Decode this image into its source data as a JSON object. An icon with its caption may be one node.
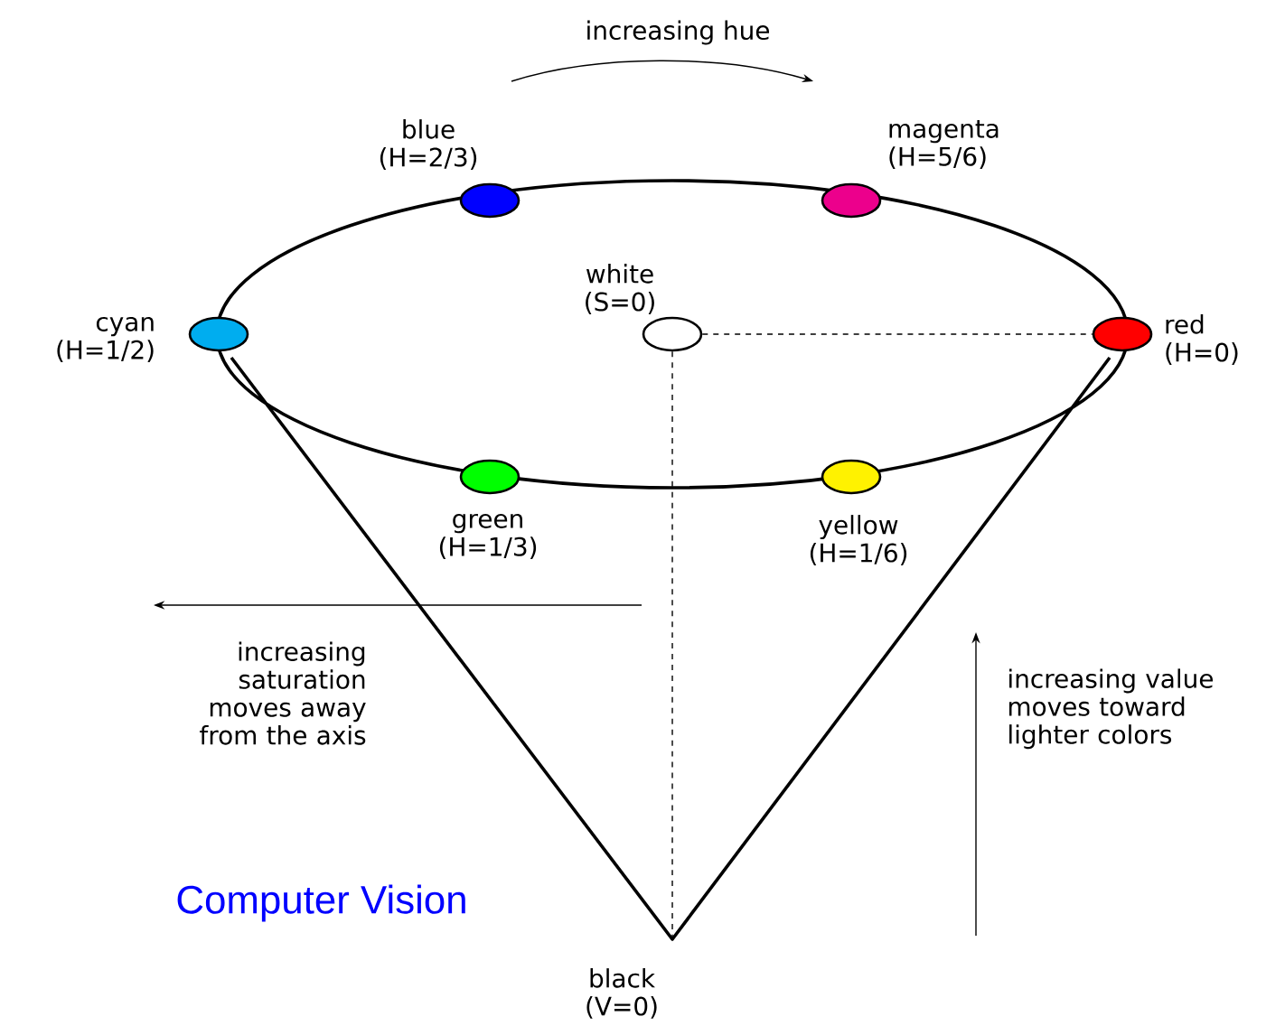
{
  "diagram": {
    "nodes": [
      {
        "text": [
          "blue (H=2/3)"
        ]
      },
      {
        "text": [
          "magenta (H=5/6)"
        ]
      },
      {
        "text": [
          "white (S=0)"
        ]
      },
      {
        "text": [
          "cyan (H=1/2)"
        ]
      },
      {
        "text": [
          "red (H=0)"
        ]
      },
      {
        "text": [
          "green (H=1/3)"
        ]
      },
      {
        "text": [
          "yellow (H=1/6)"
        ]
      },
      {
        "text": [
          "black (V=0)"
        ]
      }
    ],
    "edges": [
      {
        "from": 2,
        "to": 4,
        "arrow": "none",
        "style": "dashed"
      },
      {
        "from": 2,
        "to": 7,
        "arrow": "none",
        "style": "dashed"
      }
    ],
    "labels": [
      "increasing hue",
      "increasing saturation moves away from the axis",
      "increasing value moves toward lighter colors",
      "Computer Vision"
    ]
  }
}
